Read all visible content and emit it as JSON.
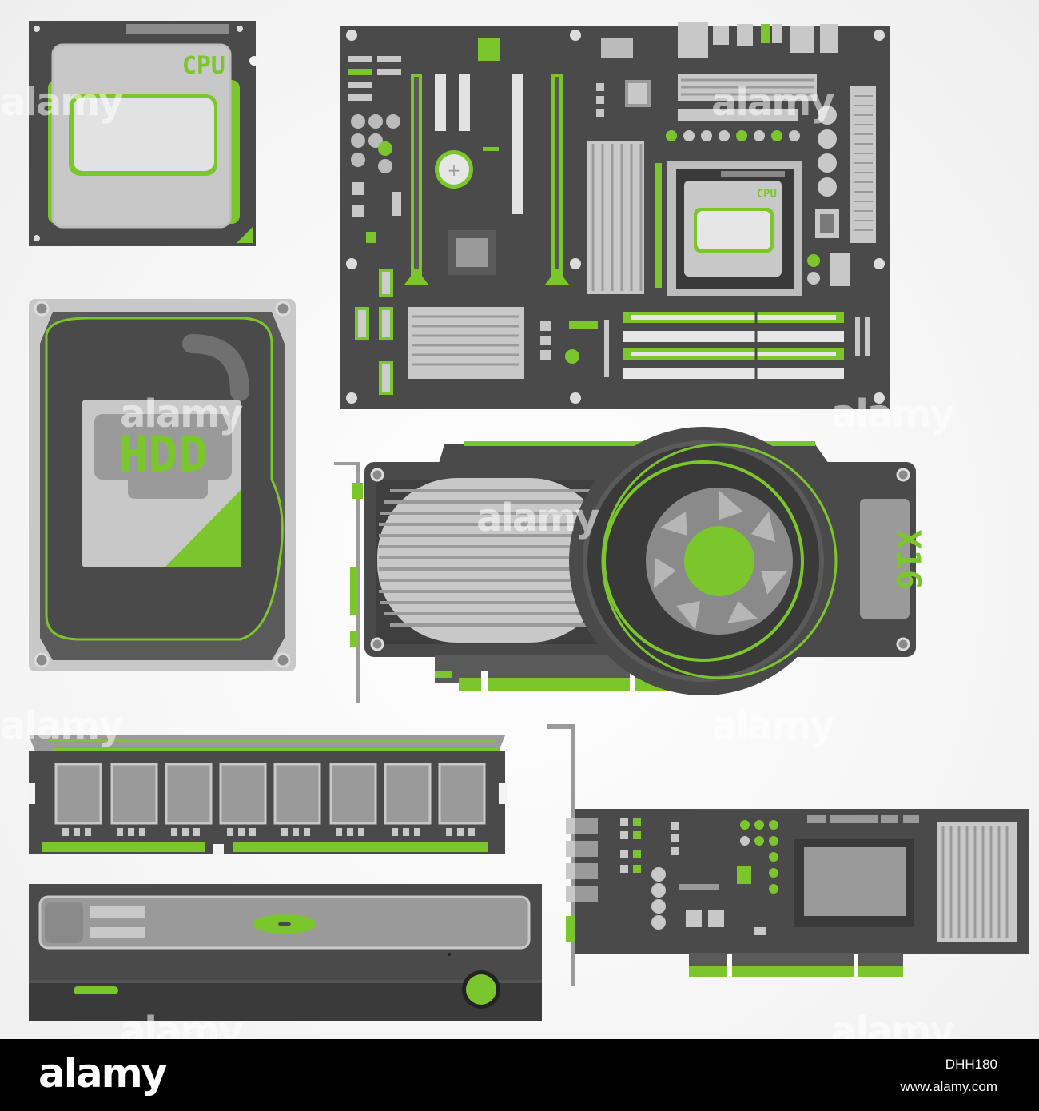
{
  "labels": {
    "cpu": "CPU",
    "cpu_on_board": "CPU",
    "hdd": "HDD",
    "gpu_slot": "X16"
  },
  "watermark": "alamy",
  "footer": {
    "logo": "alamy",
    "image_id": "DHH180",
    "url": "www.alamy.com"
  },
  "icons": {
    "gpu_fan": "fan-icon",
    "battery": "coin-battery-icon",
    "optical_disc": "disc-icon"
  },
  "colors": {
    "background": "#f3f3f3",
    "board": "#4a4a4a",
    "accent_green": "#7bc62d",
    "light_gray": "#c8c8c8",
    "mid_gray": "#9a9a9a",
    "dark": "#3a3a3a",
    "footer": "#000000"
  }
}
